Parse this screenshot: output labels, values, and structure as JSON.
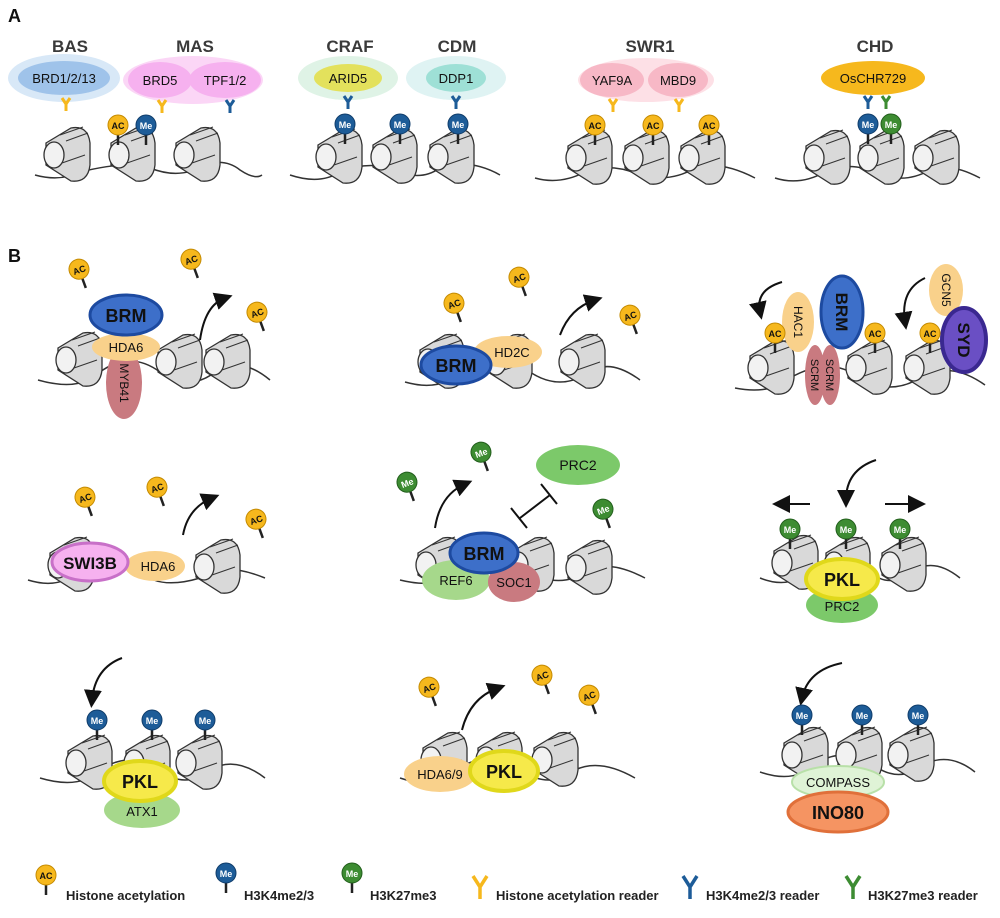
{
  "panel_a": {
    "label": "A",
    "groups": [
      {
        "title": "BAS",
        "proteins": [
          "BRD1/2/13"
        ]
      },
      {
        "title": "MAS",
        "proteins": [
          "BRD5",
          "TPF1/2"
        ]
      },
      {
        "title": "CRAF",
        "proteins": [
          "ARID5"
        ]
      },
      {
        "title": "CDM",
        "proteins": [
          "DDP1"
        ]
      },
      {
        "title": "SWR1",
        "proteins": [
          "YAF9A",
          "MBD9"
        ]
      },
      {
        "title": "CHD",
        "proteins": [
          "OsCHR729"
        ]
      }
    ]
  },
  "panel_b": {
    "label": "B",
    "cells": [
      {
        "proteins": [
          "BRM",
          "HDA6",
          "MYB41"
        ]
      },
      {
        "proteins": [
          "BRM",
          "HD2C"
        ]
      },
      {
        "proteins": [
          "HAC1",
          "BRM",
          "SCRM",
          "SCRM",
          "GCN5",
          "SYD"
        ]
      },
      {
        "proteins": [
          "SWI3B",
          "HDA6"
        ]
      },
      {
        "proteins": [
          "PRC2",
          "BRM",
          "REF6",
          "SOC1"
        ]
      },
      {
        "proteins": [
          "PKL",
          "PRC2"
        ]
      },
      {
        "proteins": [
          "PKL",
          "ATX1"
        ]
      },
      {
        "proteins": [
          "HDA6/9",
          "PKL"
        ]
      },
      {
        "proteins": [
          "COMPASS",
          "INO80"
        ]
      }
    ]
  },
  "marks": {
    "ac": "AC",
    "me": "Me"
  },
  "legend": [
    {
      "symbol": "ac-mark",
      "label": "Histone acetylation",
      "color": "#f6b81d"
    },
    {
      "symbol": "me-k4-mark",
      "label": "H3K4me2/3",
      "color": "#1d5c98"
    },
    {
      "symbol": "me-k27-mark",
      "label": "H3K27me3",
      "color": "#3d8c32"
    },
    {
      "symbol": "ac-reader",
      "label": "Histone acetylation reader",
      "color": "#f6b81d"
    },
    {
      "symbol": "k4-reader",
      "label": "H3K4me2/3 reader",
      "color": "#1d5c98"
    },
    {
      "symbol": "k27-reader",
      "label": "H3K27me3 reader",
      "color": "#3d8c32"
    }
  ]
}
